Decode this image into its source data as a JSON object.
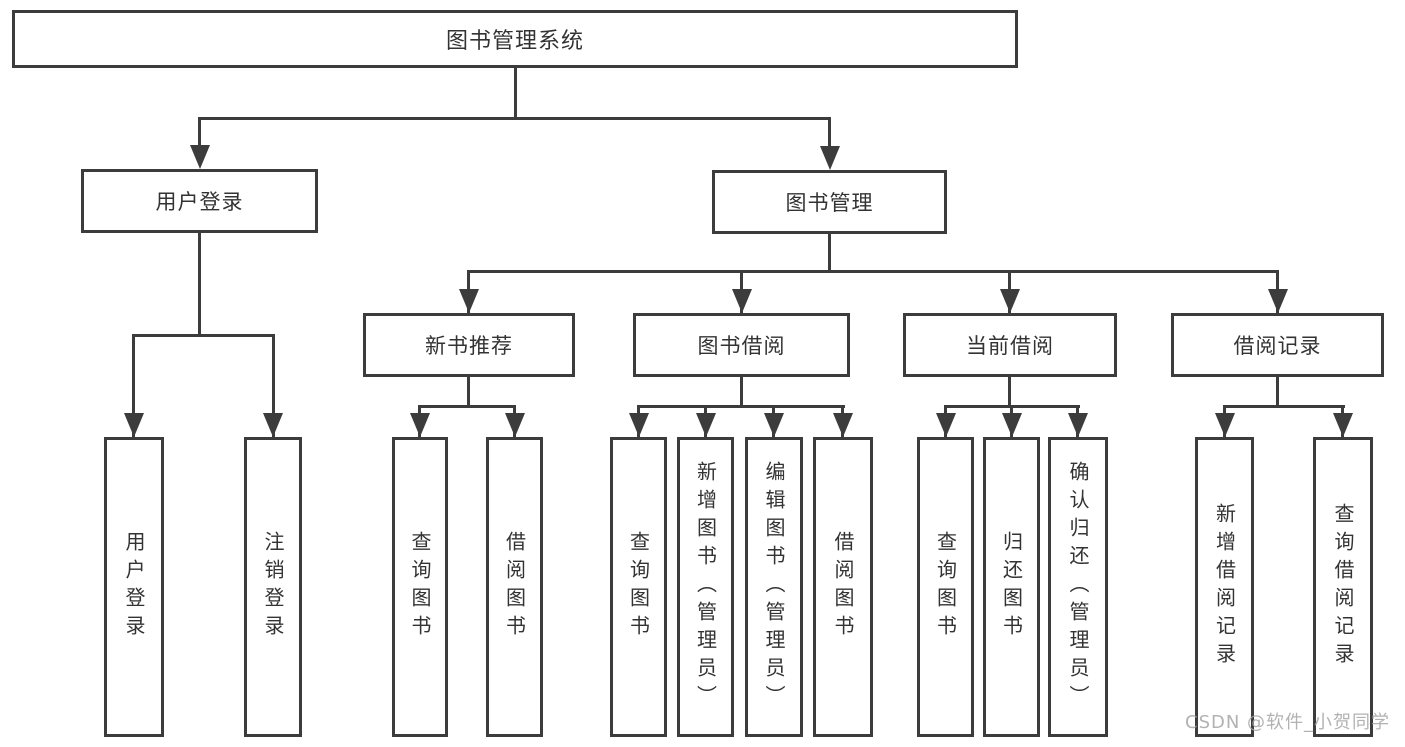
{
  "diagram": {
    "root": {
      "label": "图书管理系统"
    },
    "branches": [
      {
        "label": "用户登录",
        "children": [
          {
            "label": "用户登录"
          },
          {
            "label": "注销登录"
          }
        ]
      },
      {
        "label": "图书管理",
        "children": [
          {
            "label": "新书推荐",
            "children": [
              {
                "label": "查询图书"
              },
              {
                "label": "借阅图书"
              }
            ]
          },
          {
            "label": "图书借阅",
            "children": [
              {
                "label": "查询图书"
              },
              {
                "label": "新增图书（管理员）"
              },
              {
                "label": "编辑图书（管理员）"
              },
              {
                "label": "借阅图书"
              }
            ]
          },
          {
            "label": "当前借阅",
            "children": [
              {
                "label": "查询图书"
              },
              {
                "label": "归还图书"
              },
              {
                "label": "确认归还（管理员）"
              }
            ]
          },
          {
            "label": "借阅记录",
            "children": [
              {
                "label": "新增借阅记录"
              },
              {
                "label": "查询借阅记录"
              }
            ]
          }
        ]
      }
    ]
  },
  "watermark": "CSDN @软件_小贺同学",
  "colors": {
    "line": "#3c3c3c",
    "text": "#333333",
    "background": "#ffffff",
    "watermark": "#a5a5a5"
  }
}
